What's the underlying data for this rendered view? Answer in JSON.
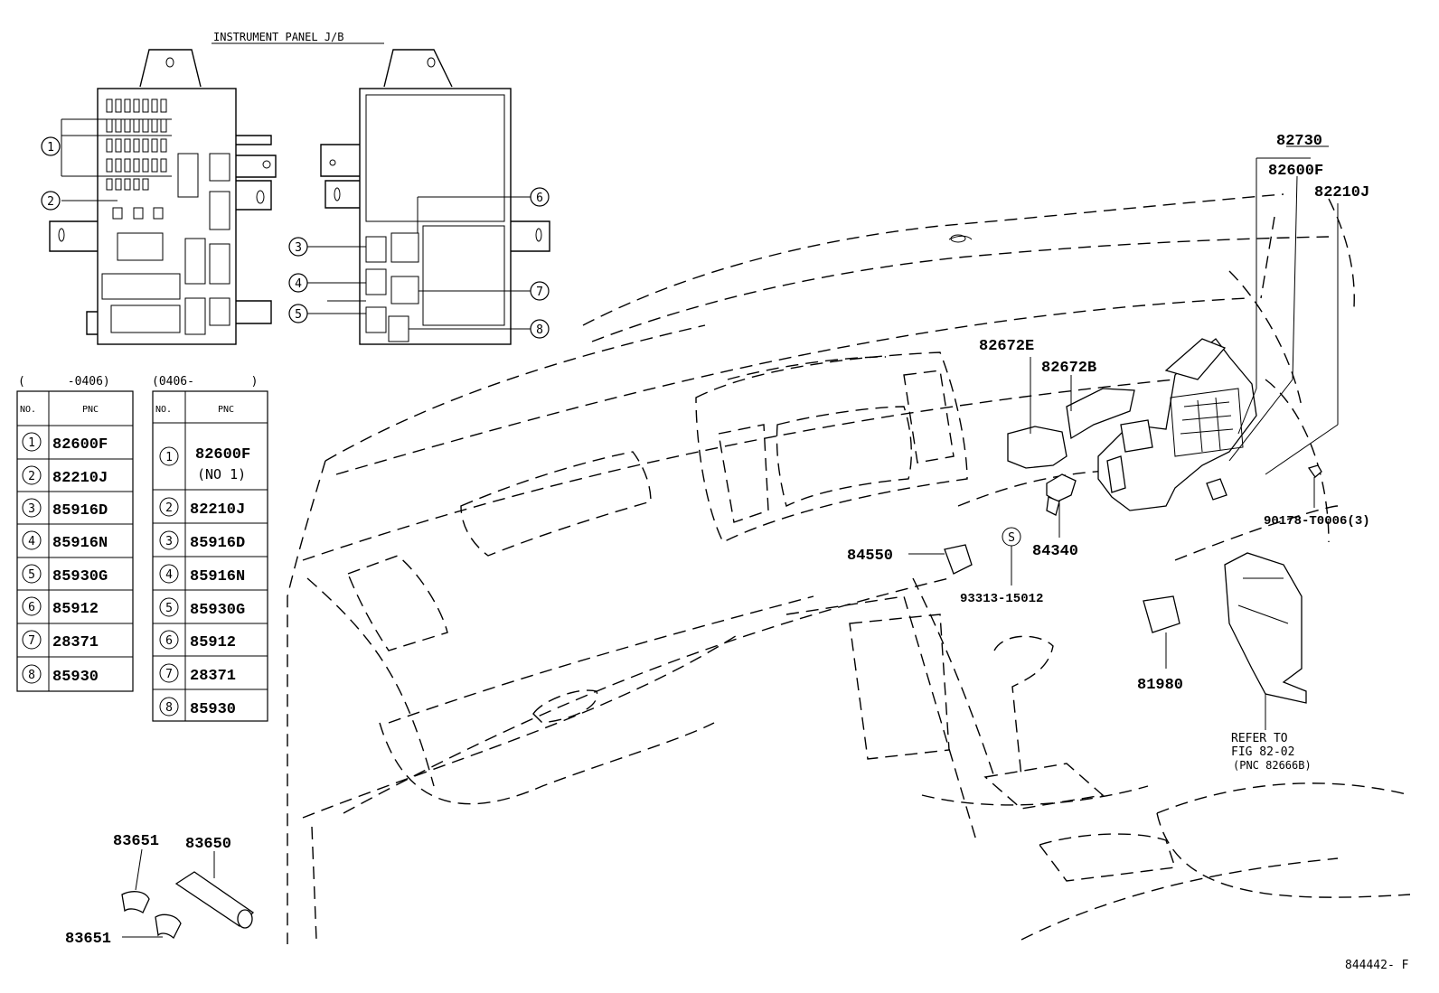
{
  "jb": {
    "title": "INSTRUMENT PANEL J/B",
    "callouts": [
      "1",
      "2",
      "3",
      "4",
      "5",
      "6",
      "7",
      "8"
    ]
  },
  "table1": {
    "range": "(      -0406)",
    "col_no": "NO.",
    "col_pnc": "PNC",
    "rows": [
      {
        "no": "1",
        "pnc": "82600F"
      },
      {
        "no": "2",
        "pnc": "82210J"
      },
      {
        "no": "3",
        "pnc": "85916D"
      },
      {
        "no": "4",
        "pnc": "85916N"
      },
      {
        "no": "5",
        "pnc": "85930G"
      },
      {
        "no": "6",
        "pnc": "85912"
      },
      {
        "no": "7",
        "pnc": "28371"
      },
      {
        "no": "8",
        "pnc": "85930"
      }
    ]
  },
  "table2": {
    "range": "(0406-        )",
    "col_no": "NO.",
    "col_pnc": "PNC",
    "rows": [
      {
        "no": "1",
        "pnc": "82600F",
        "sub": "(NO 1)"
      },
      {
        "no": "2",
        "pnc": "82210J"
      },
      {
        "no": "3",
        "pnc": "85916D"
      },
      {
        "no": "4",
        "pnc": "85916N"
      },
      {
        "no": "5",
        "pnc": "85930G"
      },
      {
        "no": "6",
        "pnc": "85912"
      },
      {
        "no": "7",
        "pnc": "28371"
      },
      {
        "no": "8",
        "pnc": "85930"
      }
    ]
  },
  "labels": {
    "p82730": "82730",
    "p82600F": "82600F",
    "p82210J": "82210J",
    "p82672E": "82672E",
    "p82672B": "82672B",
    "p84550": "84550",
    "s_symbol": "S",
    "p84340": "84340",
    "p93313": "93313-15012",
    "p90178": "90178-T0006(3)",
    "p81980": "81980",
    "refer1": "REFER TO",
    "refer2": "FIG 82-02",
    "refer3": "(PNC 82666B)",
    "p83651a": "83651",
    "p83650": "83650",
    "p83651b": "83651"
  },
  "footer": {
    "code": "844442- F"
  }
}
